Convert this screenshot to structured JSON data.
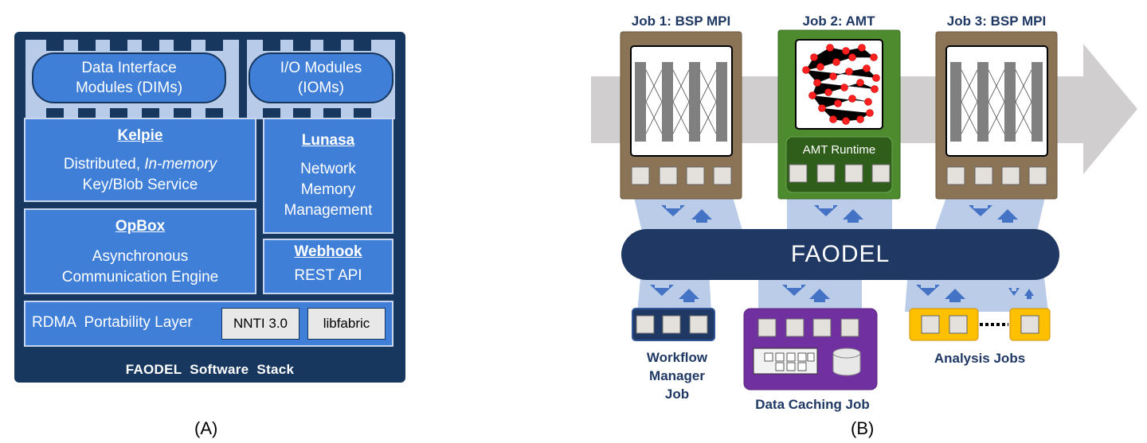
{
  "panel_a": {
    "dims_label": "Data Interface Modules (DIMs)",
    "dims_line1": "Data Interface",
    "dims_line2": "Modules (DIMs)",
    "ioms_line1": "I/O Modules",
    "ioms_line2": "(IOMs)",
    "kelpie": {
      "title": "Kelpie",
      "line1_a": "Distributed, ",
      "line1_b": "In-memory",
      "line2": "Key/Blob Service"
    },
    "lunasa": {
      "title": "Lunasa",
      "line1": "Network",
      "line2": "Memory",
      "line3": "Management"
    },
    "opbox": {
      "title": "OpBox",
      "line1": "Asynchronous",
      "line2": "Communication  Engine"
    },
    "webhook": {
      "title": "Webhook",
      "line1": "REST API"
    },
    "rdma": {
      "label": "RDMA  Portability Layer",
      "chip1": "NNTI 3.0",
      "chip2": "libfabric"
    },
    "footer": "FAODEL  Software  Stack",
    "caption": "(A)"
  },
  "panel_b": {
    "job1": "Job 1: BSP MPI",
    "job2": "Job 2: AMT",
    "job3": "Job 3: BSP MPI",
    "amt_runtime": "AMT Runtime",
    "faodel": "FAODEL",
    "workflow_line1": "Workflow",
    "workflow_line2": "Manager",
    "workflow_line3": "Job",
    "data_caching": "Data Caching Job",
    "analysis": "Analysis Jobs",
    "caption": "(B)"
  },
  "colors": {
    "navy": "#17375e",
    "block_blue": "#3f7fd8",
    "brown": "#8b7355",
    "green": "#4e8a2e",
    "purple": "#7030a0",
    "gold": "#ffc000",
    "faodel_bar": "#1f3864",
    "arrow_blue": "#4472c4"
  }
}
